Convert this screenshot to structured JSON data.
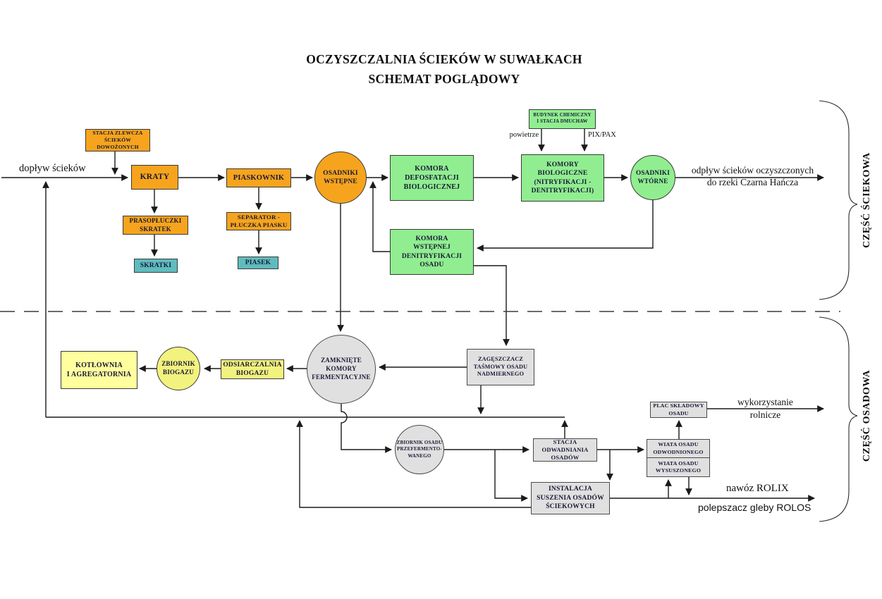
{
  "title": {
    "line1": "OCZYSZCZALNIA ŚCIEKÓW W SUWAŁKACH",
    "line2": "SCHEMAT POGLĄDOWY"
  },
  "sections": {
    "sciekowa": "CZĘŚĆ ŚCIEKOWA",
    "osadowa": "CZĘŚĆ OSADOWA"
  },
  "nodes": {
    "stacja_zlewcza": {
      "label": "STACJA ZLEWCZA\nŚCIEKÓW\nDOWOŻONYCH"
    },
    "kraty": {
      "label": "KRATY"
    },
    "prasopluczki": {
      "label": "PRASOPŁUCZKI\nSKRATEK"
    },
    "skratki": {
      "label": "SKRATKI"
    },
    "piaskownik": {
      "label": "PIASKOWNIK"
    },
    "separator": {
      "label": "SEPARATOR -\nPŁUCZKA PIASKU"
    },
    "piasek": {
      "label": "PIASEK"
    },
    "osadniki_wstepne": {
      "label": "OSADNIKI\nWSTĘPNE"
    },
    "komora_defosfatacji": {
      "label": "KOMORA\nDEFOSFATACJI\nBIOLOGICZNEJ"
    },
    "budynek_chemiczny": {
      "label": "BUDYNEK CHEMICZNY\nI STACJA DMUCHAW"
    },
    "komory_biologiczne": {
      "label": "KOMORY\nBIOLOGICZNE\n(NITRYFIKACJI -\nDENITRYFIKACJI)"
    },
    "osadniki_wtorne": {
      "label": "OSADNIKI\nWTÓRNE"
    },
    "komora_wstepnej": {
      "label": "KOMORA\nWSTĘPNEJ\nDENITRYFIKACJI\nOSADU"
    },
    "kotlownia": {
      "label": "KOTŁOWNIA\nI AGREGATORNIA"
    },
    "zbiornik_biogazu": {
      "label": "ZBIORNIK\nBIOGAZU"
    },
    "odsiarczalnia": {
      "label": "ODSIARCZALNIA\nBIOGAZU"
    },
    "zkf": {
      "label": "ZAMKNIĘTE\nKOMORY\nFERMENTACYJNE"
    },
    "zageszczacz": {
      "label": "ZAGĘSZCZACZ\nTAŚMOWY OSADU\nNADMIERNEGO"
    },
    "zbiornik_osadu": {
      "label": "ZBIORNIK OSADU\nPRZEFERMENTO-\nWANEGO"
    },
    "stacja_odwadniania": {
      "label": "STACJA\nODWADNIANIA\nOSADÓW"
    },
    "instalacja_suszenia": {
      "label": "INSTALACJA\nSUSZENIA OSADÓW\nŚCIEKOWYCH"
    },
    "plac_skladowy": {
      "label": "PLAC SKŁADOWY\nOSADU"
    },
    "wiata_odwodnionego": {
      "label": "WIATA OSADU\nODWODNIONEGO"
    },
    "wiata_wysuszonego": {
      "label": "WIATA OSADU\nWYSUSZONEGO"
    }
  },
  "flow_labels": {
    "doplyw": "dopływ ścieków",
    "odplyw": "odpływ ścieków oczyszczonych\ndo rzeki Czarna Hańcza",
    "powietrze": "powietrze",
    "pixpax": "PIX/PAX",
    "wykorzystanie": "wykorzystanie\nrolnicze",
    "nawoz": "nawóz ROLIX",
    "polepszacz": "polepszacz gleby ROLOS"
  },
  "colors": {
    "orange": "#f6a41d",
    "green": "#90ee90",
    "teal": "#5fbcbe",
    "yellow": "#f2f27e",
    "yellow_light": "#ffff9e",
    "gray": "#e0e0e0",
    "line": "#1a1a1a"
  }
}
